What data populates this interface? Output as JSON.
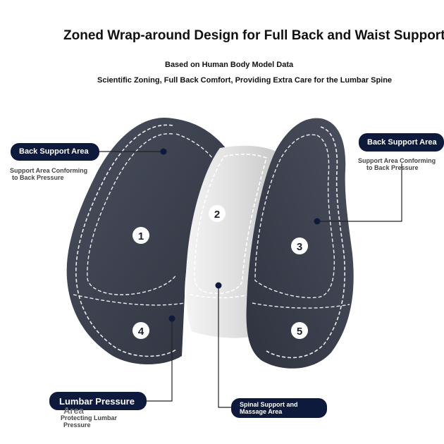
{
  "header": {
    "title": "Zoned Wrap-around Design for Full Back and Waist Support",
    "subtitle1": "Based on Human Body Model Data",
    "subtitle2": "Scientific Zoning, Full Back Comfort, Providing Extra Care for the Lumbar Spine"
  },
  "labels": {
    "back_left": {
      "title": "Back Support Area",
      "desc_line1": "Support Area Conforming",
      "desc_line2": "to Back Pressure"
    },
    "back_right": {
      "title": "Back Support Area",
      "desc_line1": "Support Area Conforming",
      "desc_line2": "to Back Pressure"
    },
    "lumbar": {
      "title_line1": "Lumbar Pressure",
      "title_line2": "Area",
      "desc_line1": "Protecting Lumbar",
      "desc_line2": "Pressure"
    },
    "spine": {
      "title_line1": "Spinal Support and",
      "title_line2": "Massage Area"
    }
  },
  "zones": [
    "1",
    "2",
    "3",
    "4",
    "5"
  ],
  "colors": {
    "cushion_dark": "#3a3f4d",
    "cushion_center": "#e6e6e6",
    "pill_bg": "#0e1a3c",
    "stitch": "#ffffff"
  }
}
